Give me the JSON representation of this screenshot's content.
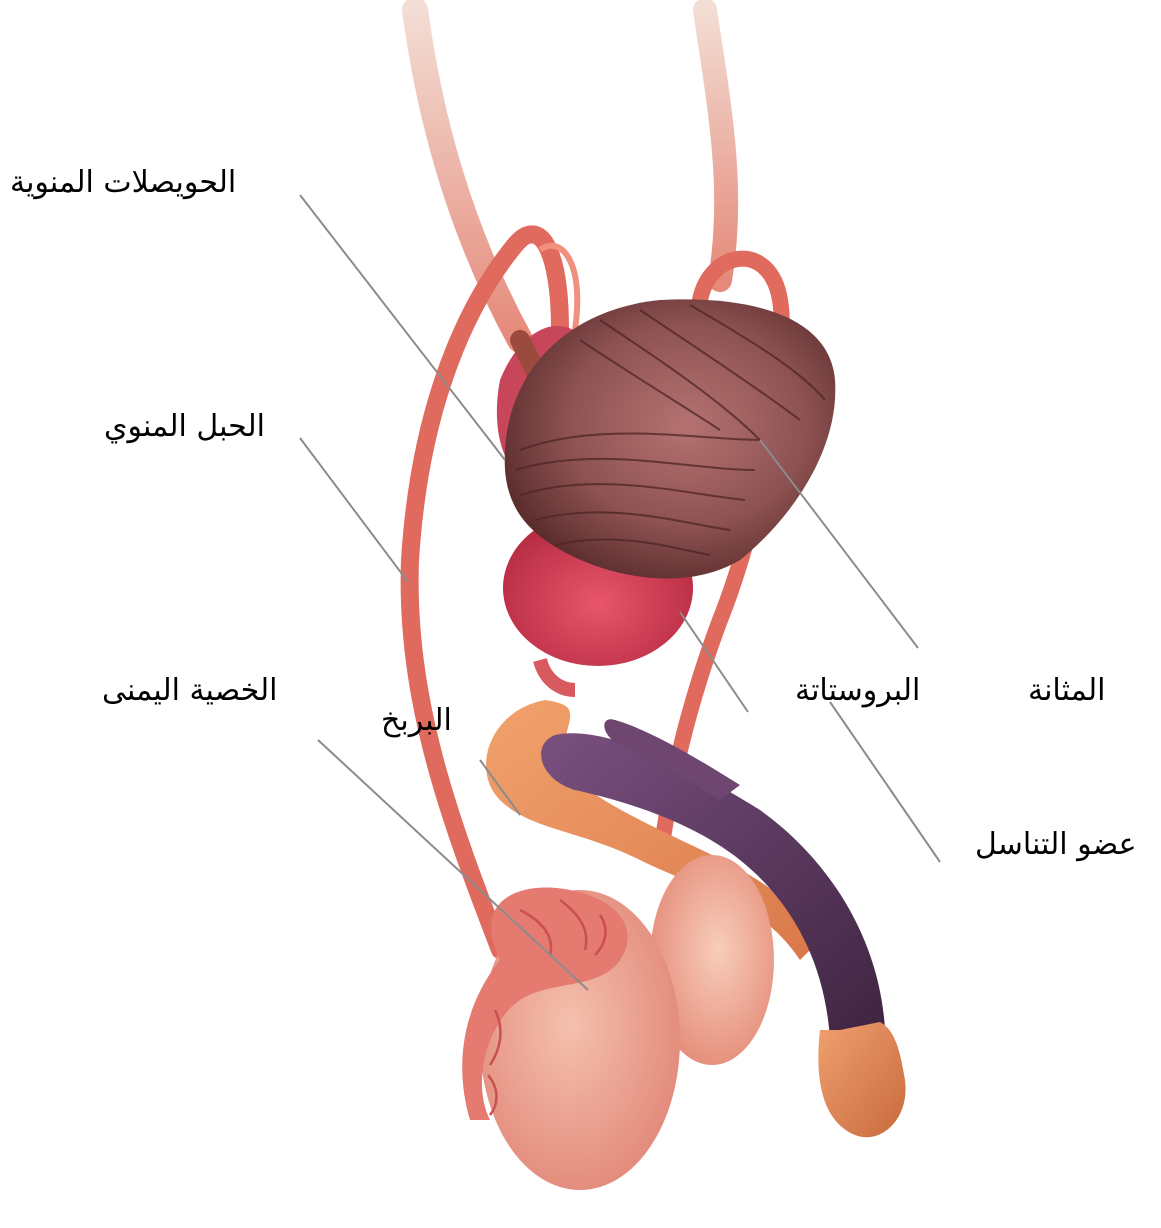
{
  "labels": {
    "seminal_vesicles": "الحويصلات المنوية",
    "spermatic_cord": "الحبل المنوي",
    "right_testis": "الخصية اليمنى",
    "prostate": "البروستاتة",
    "bladder": "المثانة",
    "epididymis": "البربخ",
    "penis": "عضو التناسل"
  },
  "colors": {
    "background": "#ffffff",
    "leader_line": "#8c8c8c",
    "vessel": "#e06a5e",
    "vessel_pale": "#eec6b8",
    "bladder_muscle": "#8a4c4c",
    "bladder_dark": "#5a2a2a",
    "prostate": "#d8435a",
    "penis_shaft": "#5c3a5e",
    "glans": "#e08a5a",
    "testis": "#f0a08c",
    "testis_light": "#f7c2b0"
  }
}
